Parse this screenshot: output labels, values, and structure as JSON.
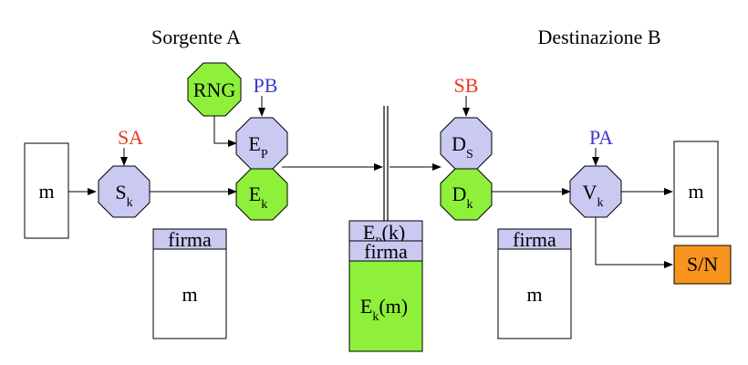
{
  "headings": {
    "source": "Sorgente A",
    "destination": "Destinazione B"
  },
  "keys": {
    "sa": "SA",
    "pb": "PB",
    "sb": "SB",
    "pa": "PA"
  },
  "nodes": {
    "rng": "RNG",
    "sign": {
      "main": "S",
      "sub": "k"
    },
    "enc_p": {
      "main": "E",
      "sub": "P"
    },
    "enc_k": {
      "main": "E",
      "sub": "k"
    },
    "dec_s": {
      "main": "D",
      "sub": "S"
    },
    "dec_k": {
      "main": "D",
      "sub": "k"
    },
    "verify": {
      "main": "V",
      "sub": "k"
    }
  },
  "message": "m",
  "signature_label": "firma",
  "packet": {
    "key_line": {
      "main": "E",
      "sub": "P",
      "rest": "(k)"
    },
    "sig_line": "firma",
    "body": {
      "main": "E",
      "sub": "k",
      "rest": "(m)"
    }
  },
  "result": "S/N",
  "colors": {
    "key_red": "#e8391f",
    "key_blue": "#3a3ad0",
    "octagon_lavender": "#c9c9f2",
    "octagon_green": "#8ef03a",
    "result_orange": "#f7941d"
  }
}
